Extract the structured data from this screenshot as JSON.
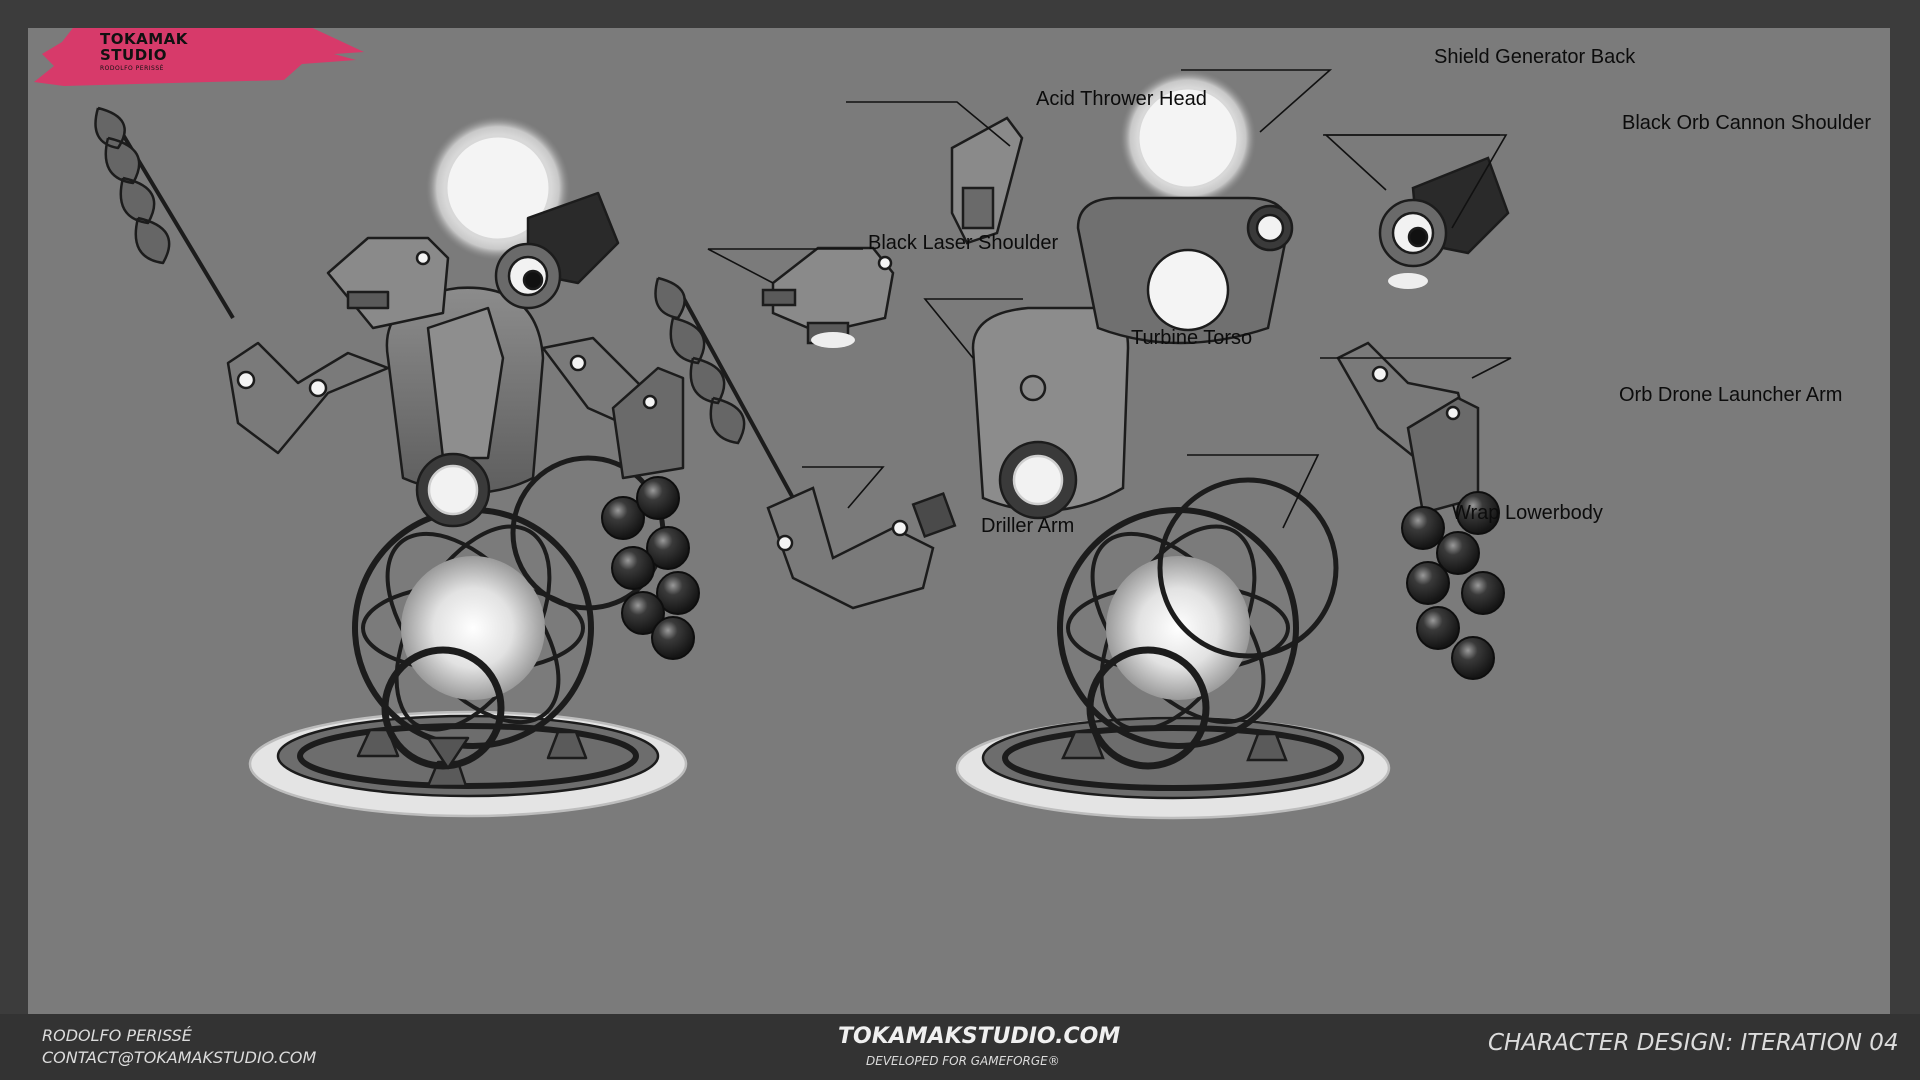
{
  "logo": {
    "title": "TOKAMAK STUDIO",
    "subtitle": "RODOLFO PERISSÉ",
    "accent": "#d73a6a"
  },
  "callouts": {
    "acid_thrower_head": "Acid Thrower Head",
    "shield_generator_back": "Shield Generator Back",
    "black_orb_cannon_shoulder": "Black Orb Cannon Shoulder",
    "black_laser_shoulder": "Black Laser Shoulder",
    "turbine_torso": "Turbine Torso",
    "orb_drone_launcher_arm": "Orb Drone Launcher Arm",
    "driller_arm": "Driller Arm",
    "wrap_lowerbody": "Wrap Lowerbody"
  },
  "footer": {
    "artist_name": "RODOLFO PERISSÉ",
    "contact": "CONTACT@TOKAMAKSTUDIO.COM",
    "website": "TOKAMAKSTUDIO.COM",
    "developed_for": "DEVELOPED FOR GAMEFORGE®",
    "sheet_title": "CHARACTER DESIGN: ITERATION 04"
  },
  "colors": {
    "background": "#7b7b7b",
    "frame": "#3c3c3c",
    "footer": "#333333",
    "ink": "#0c0c0c",
    "glow": "#f4f4f4"
  }
}
